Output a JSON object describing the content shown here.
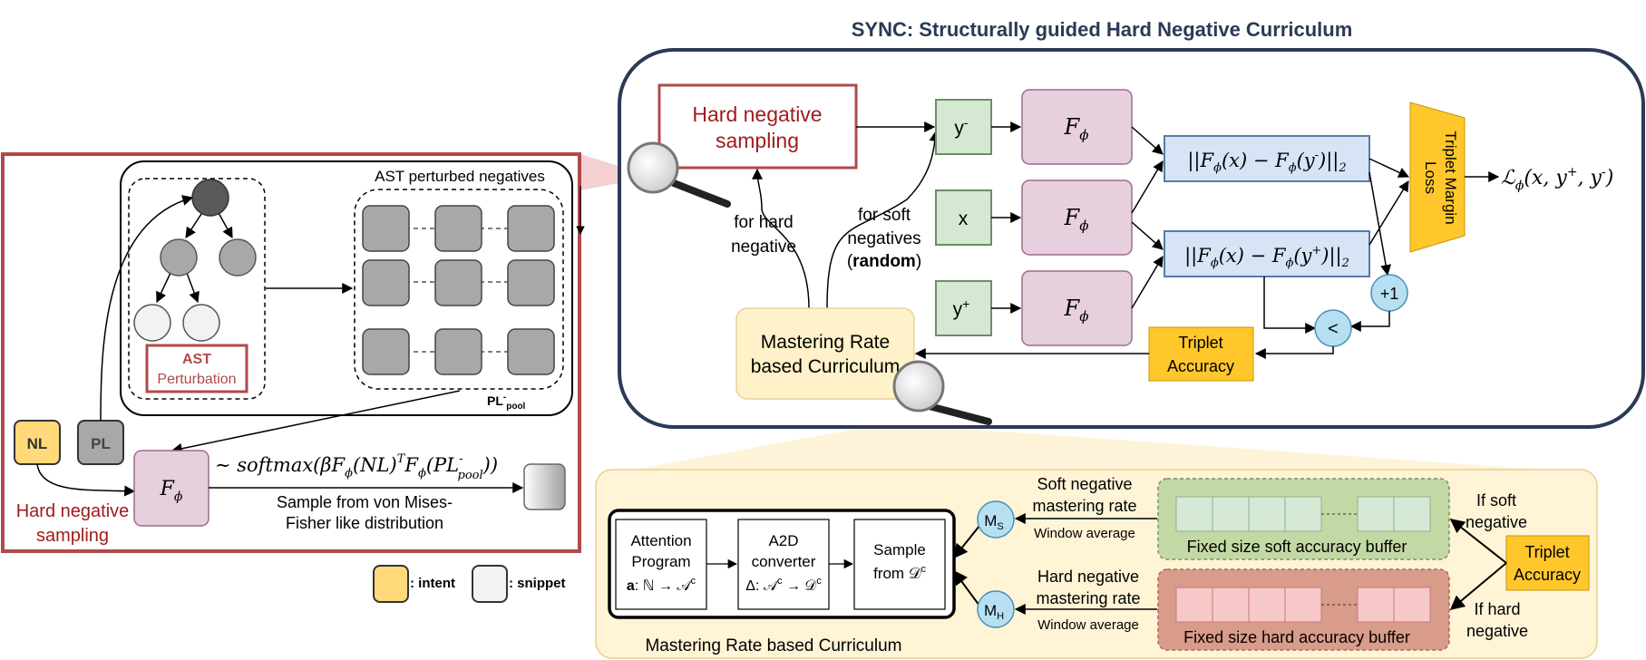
{
  "title": "SYNC: Structurally guided Hard Negative Curriculum",
  "colors": {
    "navy": "#2b3a55",
    "red": "#b04a4a",
    "darkred": "#a11c1c",
    "green_fill": "#d6e7d3",
    "green_stroke": "#6a8f63",
    "pink_fill": "#e6d0de",
    "pink_stroke": "#9c6a8e",
    "blue_fill": "#d6e4f6",
    "blue_stroke": "#5a7aa8",
    "yellow": "#ffc72c",
    "cream": "#fff1c9",
    "cream_panel": "#fff4d6",
    "circle_blue": "#b6e0f2"
  },
  "left_panel": {
    "ast_negatives_label": "AST perturbed negatives",
    "ast_perturbation_line1": "AST",
    "ast_perturbation_line2": "Perturbation",
    "pl_pool_label": "PL",
    "pl_pool_sup": "-",
    "pl_pool_sub": "pool",
    "nl": "NL",
    "pl": "PL",
    "f_phi": "F",
    "f_phi_sub": "ϕ",
    "formula": "∼ softmax(βF",
    "formula_rest": "(NL)",
    "formula_T": "T",
    "formula_tail": "F",
    "formula_pool": "(PL",
    "formula_end": "))",
    "sample_line1": "Sample from von Mises-",
    "sample_line2": "Fisher like distribution",
    "caption_line1": "Hard negative",
    "caption_line2": "sampling"
  },
  "legend": {
    "intent": ": intent",
    "snippet": ": snippet"
  },
  "main_panel": {
    "hard_neg_line1": "Hard negative",
    "hard_neg_line2": "sampling",
    "for_hard_line1": "for hard",
    "for_hard_line2": "negative",
    "for_soft_line1": "for soft",
    "for_soft_line2": "negatives",
    "for_soft_line3_open": "(",
    "for_soft_line3_bold": "random",
    "for_soft_line3_close": ")",
    "y_minus": "y",
    "y_minus_sup": "-",
    "x": "x",
    "y_plus": "y",
    "y_plus_sup": "+",
    "f_phi": "F",
    "f_phi_sub": "ϕ",
    "dist_neg": "||F",
    "dist_neg_mid": "(x) − F",
    "dist_neg_y": "(y",
    "dist_neg_end": ")||",
    "dist_sub2": "2",
    "triplet_loss_line1": "Triplet Margin",
    "triplet_loss_line2": "Loss",
    "loss_L": "ℒ",
    "loss_args": "(x, y",
    "loss_mid": ", y",
    "loss_end": ")",
    "plus_one": "+1",
    "less_than": "<",
    "triplet_acc_line1": "Triplet",
    "triplet_acc_line2": "Accuracy",
    "mastering_line1": "Mastering Rate",
    "mastering_line2": "based Curriculum"
  },
  "bottom_panel": {
    "soft_rate_line1": "Soft negative",
    "soft_rate_line2": "mastering rate",
    "hard_rate_line1": "Hard negative",
    "hard_rate_line2": "mastering rate",
    "window_avg": "Window average",
    "soft_buffer": "Fixed size soft accuracy buffer",
    "hard_buffer": "Fixed size hard accuracy buffer",
    "if_soft_line1": "If soft",
    "if_soft_line2": "negative",
    "if_hard_line1": "If hard",
    "if_hard_line2": "negative",
    "triplet_acc_line1": "Triplet",
    "triplet_acc_line2": "Accuracy",
    "ms": "M",
    "ms_sub": "S",
    "mh": "M",
    "mh_sub": "H",
    "attn_line1": "Attention",
    "attn_line2": "Program",
    "attn_line3_bold": "a",
    "attn_line3_rest": ": ℕ → 𝒜",
    "attn_line3_sup": "c",
    "a2d_line1": "A2D",
    "a2d_line2": "converter",
    "a2d_line3": "Δ: 𝒜",
    "a2d_line3_sup": "c",
    "a2d_line3_mid": " → 𝒟",
    "a2d_line3_sup2": "c",
    "sample_line1": "Sample",
    "sample_line2": "from 𝒟",
    "sample_sup": "c",
    "curriculum_caption": "Mastering Rate based Curriculum"
  }
}
